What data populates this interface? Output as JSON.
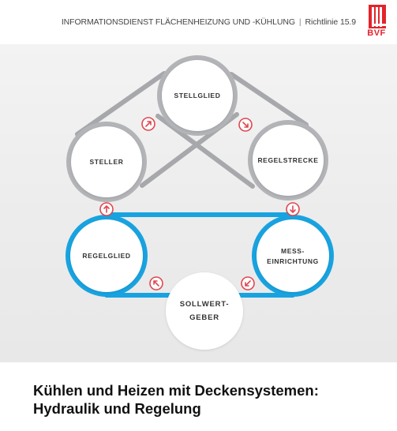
{
  "header": {
    "publication": "INFORMATIONSDIENST FLÄCHENHEIZUNG UND -KÜHLUNG",
    "separator": "|",
    "guideline": "Richtlinie 15.9",
    "logo_text": "BVF",
    "logo_colors": [
      "#e3242b",
      "#c9c9c9"
    ]
  },
  "diagram": {
    "colors": {
      "outer_loop": "#a7a8ab",
      "outer_ring": "#b3b4b7",
      "inner_loop": "#18a3e0",
      "arrow": "#e0474f",
      "node_fill": "#ffffff"
    },
    "nodes": {
      "stellglied": "STELLGLIED",
      "steller": "STELLER",
      "regelstrecke": "REGELSTRECKE",
      "regelglied": "REGELGLIED",
      "messeinrichtung_line1": "MESS-",
      "messeinrichtung_line2": "EINRICHTUNG",
      "sollwertgeber_line1": "SOLLWERT-",
      "sollwertgeber_line2": "GEBER"
    },
    "arrows": [
      {
        "name": "arrow-steller-to-stellglied",
        "direction": "up-right"
      },
      {
        "name": "arrow-stellglied-to-regelstrecke",
        "direction": "down-right"
      },
      {
        "name": "arrow-regelglied-to-steller",
        "direction": "up"
      },
      {
        "name": "arrow-regelstrecke-to-messeinrichtung",
        "direction": "down"
      },
      {
        "name": "arrow-messeinrichtung-to-sollwertgeber",
        "direction": "down-left"
      },
      {
        "name": "arrow-sollwertgeber-to-regelglied",
        "direction": "up-left"
      }
    ]
  },
  "footer": {
    "title_line1": "Kühlen und Heizen mit Deckensystemen:",
    "title_line2": "Hydraulik und Regelung"
  }
}
